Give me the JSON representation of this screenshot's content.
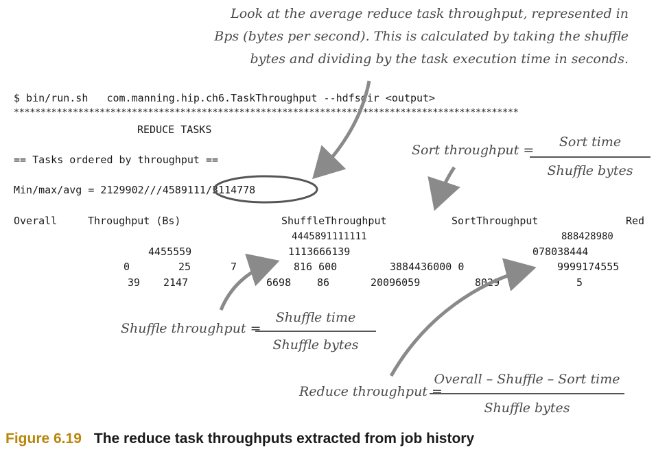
{
  "annotation": {
    "lines": [
      "Look at the average reduce task throughput, represented in",
      "Bps (bytes per second). This is calculated by taking the shuffle",
      "bytes and dividing by the task execution time in seconds."
    ]
  },
  "console": {
    "command": "$ bin/run.sh   com.manning.hip.ch6.TaskThroughput --hdfsdir <output>",
    "separator": "**********************************************************************************************",
    "section_title": "REDUCE TASKS",
    "ordered_label": "== Tasks ordered by throughput ==",
    "minmaxavg": "Min/max/avg = 2129902///4589111/3114778",
    "headers": {
      "overall": "Overall",
      "throughput": "Throughput (Bs)",
      "shuffle": "ShuffleThroughput",
      "sort": "SortThroughput",
      "reduce": "Red"
    },
    "data_rows": [
      {
        "text": "4445891111111"
      },
      {
        "text": "888428980"
      },
      {
        "text": "4455559"
      },
      {
        "text": "1113666139"
      },
      {
        "text": "078038444"
      },
      {
        "text": "0"
      },
      {
        "text": "25"
      },
      {
        "text": "7"
      },
      {
        "text": "816 600"
      },
      {
        "text": "3884436000 0"
      },
      {
        "text": "9999174555"
      },
      {
        "text": "39"
      },
      {
        "text": "2147"
      },
      {
        "text": "6698"
      },
      {
        "text": "86"
      },
      {
        "text": "20096059"
      },
      {
        "text": "8029"
      },
      {
        "text": "5"
      }
    ]
  },
  "formulas": {
    "sort": {
      "label": "Sort throughput =",
      "numerator": "Sort time",
      "denominator": "Shuffle bytes"
    },
    "shuffle": {
      "label": "Shuffle throughput =",
      "numerator": "Shuffle time",
      "denominator": "Shuffle bytes"
    },
    "reduce": {
      "label": "Reduce throughput =",
      "numerator": "Overall – Shuffle – Sort time",
      "denominator": "Shuffle bytes"
    }
  },
  "caption": {
    "number": "Figure 6.19",
    "text": "The reduce task throughputs extracted from job history"
  }
}
